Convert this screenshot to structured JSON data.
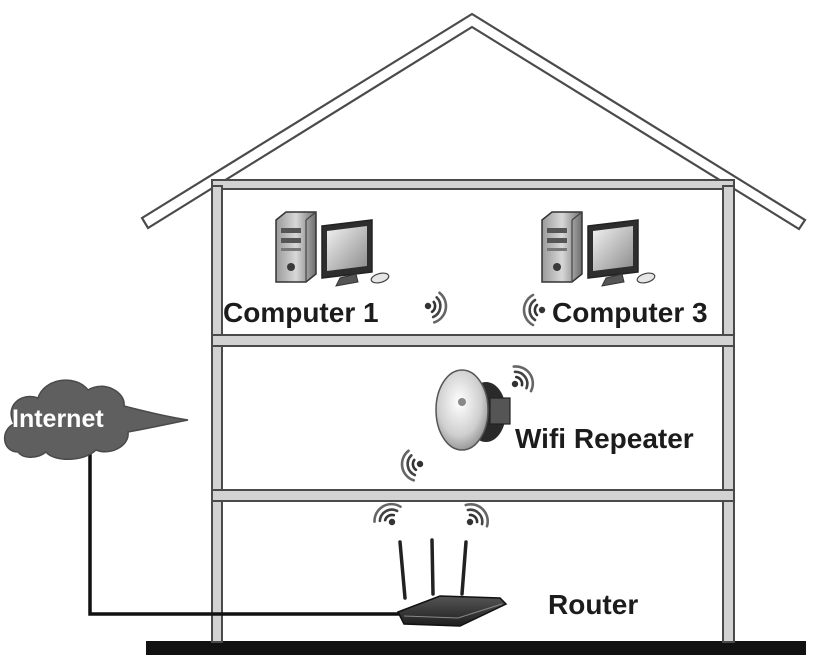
{
  "diagram": {
    "labels": {
      "internet": "Internet",
      "computer_1": "Computer 1",
      "computer_3": "Computer 3",
      "wifi_repeater": "Wifi Repeater",
      "router": "Router"
    },
    "icons": [
      "cloud-icon",
      "desktop-computer-icon",
      "wifi-repeater-icon",
      "router-icon",
      "wifi-signal-icon"
    ],
    "colors": {
      "outline": "#4a4a4a",
      "wall_fill": "#d2d2d2",
      "cloud": "#5f5f5f",
      "ground": "#111111",
      "text": "#1c1c1c"
    }
  }
}
